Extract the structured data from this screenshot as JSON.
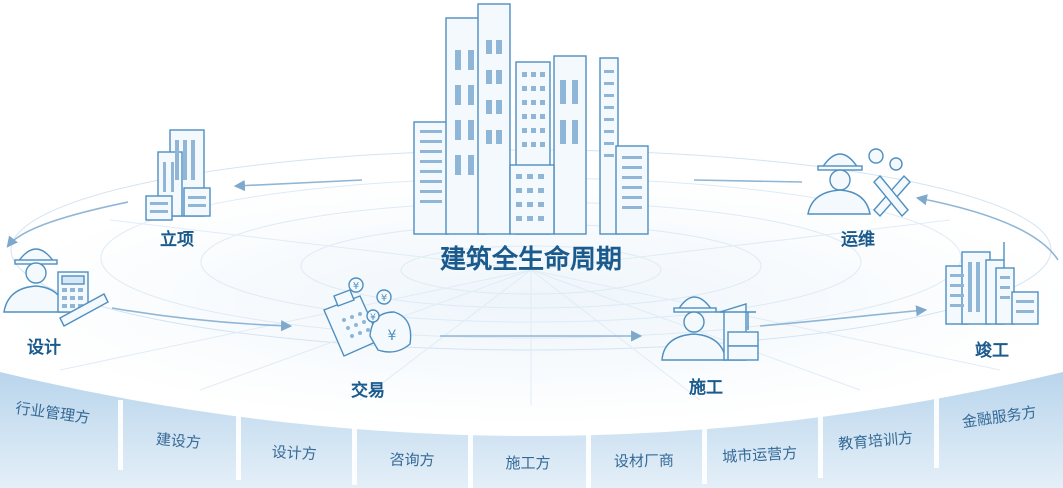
{
  "center_title": "建筑全生命周期",
  "stages": {
    "lixiang": "立项",
    "sheji": "设计",
    "jiaoyi": "交易",
    "shigong": "施工",
    "jungong": "竣工",
    "yunwei": "运维"
  },
  "currency_symbol": "¥",
  "parties": [
    "行业管理方",
    "建设方",
    "设计方",
    "咨询方",
    "施工方",
    "设材厂商",
    "城市运营方",
    "教育培训方",
    "金融服务方"
  ],
  "colors": {
    "primary": "#1a5a8c",
    "line": "#8fb6d6",
    "tab": "#cfe2f1",
    "icon_stroke": "#4f8fc0",
    "icon_fill": "#e8f2fa"
  },
  "icons": [
    "city-towers-icon",
    "office-building-icon",
    "engineer-calculator-icon",
    "cash-register-icon",
    "engineer-crane-icon",
    "skyscrapers-icon",
    "engineer-tools-icon"
  ]
}
